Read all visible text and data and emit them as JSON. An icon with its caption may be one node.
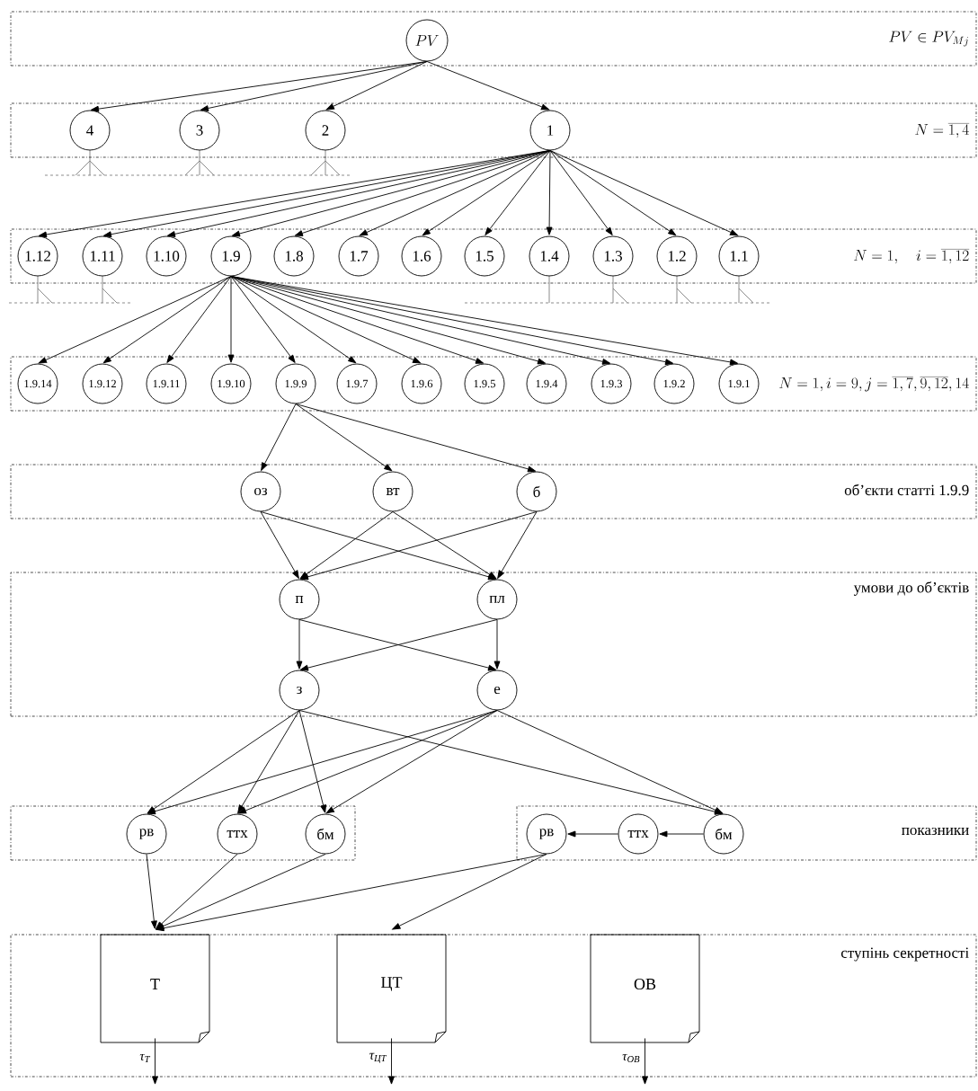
{
  "diagram": {
    "nodes": [
      {
        "text": [
          "PV \\in PV_{Mj}"
        ]
      },
      {
        "text": [
          "PV"
        ],
        "in": 0
      },
      {
        "text": [
          "N=\\overline{1,4}"
        ]
      },
      {
        "text": [
          "4"
        ],
        "in": 2
      },
      {
        "text": [
          "3"
        ],
        "in": 2
      },
      {
        "text": [
          "2"
        ],
        "in": 2
      },
      {
        "text": [
          "1"
        ],
        "in": 2
      },
      {
        "text": [
          "N=1,\\quad i=\\overline{1,12}"
        ]
      },
      {
        "text": [
          "1.12"
        ],
        "in": 7
      },
      {
        "text": [
          "1.11"
        ],
        "in": 7
      },
      {
        "text": [
          "1.10"
        ],
        "in": 7
      },
      {
        "text": [
          "1.9"
        ],
        "in": 7
      },
      {
        "text": [
          "1.8"
        ],
        "in": 7
      },
      {
        "text": [
          "1.7"
        ],
        "in": 7
      },
      {
        "text": [
          "1.6"
        ],
        "in": 7
      },
      {
        "text": [
          "1.5"
        ],
        "in": 7
      },
      {
        "text": [
          "1.4"
        ],
        "in": 7
      },
      {
        "text": [
          "1.3"
        ],
        "in": 7
      },
      {
        "text": [
          "1.2"
        ],
        "in": 7
      },
      {
        "text": [
          "1.1"
        ],
        "in": 7
      },
      {
        "text": [
          "N=1, i=9, j=\\overline{1,7},\\overline{9,12},14"
        ]
      },
      {
        "text": [
          "1.9.14"
        ],
        "in": 20
      },
      {
        "text": [
          "1.9.12"
        ],
        "in": 20
      },
      {
        "text": [
          "1.9.11"
        ],
        "in": 20
      },
      {
        "text": [
          "1.9.10"
        ],
        "in": 20
      },
      {
        "text": [
          "1.9.9"
        ],
        "in": 20
      },
      {
        "text": [
          "1.9.7"
        ],
        "in": 20
      },
      {
        "text": [
          "1.9.6"
        ],
        "in": 20
      },
      {
        "text": [
          "1.9.5"
        ],
        "in": 20
      },
      {
        "text": [
          "1.9.4"
        ],
        "in": 20
      },
      {
        "text": [
          "1.9.3"
        ],
        "in": 20
      },
      {
        "text": [
          "1.9.2"
        ],
        "in": 20
      },
      {
        "text": [
          "1.9.1"
        ],
        "in": 20
      },
      {
        "text": [
          "об’єкти статті 1.9.9"
        ]
      },
      {
        "text": [
          "оз"
        ],
        "in": 33
      },
      {
        "text": [
          "вт"
        ],
        "in": 33
      },
      {
        "text": [
          "б"
        ],
        "in": 33
      },
      {
        "text": [
          "умови до об’єктів"
        ]
      },
      {
        "text": [
          "п"
        ],
        "in": 37
      },
      {
        "text": [
          "пл"
        ],
        "in": 37
      },
      {
        "text": [
          "з"
        ],
        "in": 37
      },
      {
        "text": [
          "е"
        ],
        "in": 37
      },
      {
        "text": [],
        "shape": "box"
      },
      {
        "text": [
          "показники"
        ]
      },
      {
        "text": [
          "рв"
        ],
        "in": 42
      },
      {
        "text": [
          "ттх"
        ],
        "in": 42
      },
      {
        "text": [
          "бм"
        ],
        "in": 42
      },
      {
        "text": [
          "рв"
        ],
        "in": 43
      },
      {
        "text": [
          "ттх"
        ],
        "in": 43
      },
      {
        "text": [
          "бм"
        ],
        "in": 43
      },
      {
        "text": [
          "ступінь секретності"
        ]
      },
      {
        "text": [
          "Т"
        ],
        "in": 50
      },
      {
        "text": [
          "ЦТ"
        ],
        "in": 50
      },
      {
        "text": [
          "ОВ"
        ],
        "in": 50
      }
    ],
    "edges": [
      {
        "from": 1,
        "to": 3,
        "arrow": "to"
      },
      {
        "from": 1,
        "to": 4,
        "arrow": "to"
      },
      {
        "from": 1,
        "to": 5,
        "arrow": "to"
      },
      {
        "from": 1,
        "to": 6,
        "arrow": "to"
      },
      {
        "from": 6,
        "to": 8,
        "arrow": "to"
      },
      {
        "from": 6,
        "to": 9,
        "arrow": "to"
      },
      {
        "from": 6,
        "to": 10,
        "arrow": "to"
      },
      {
        "from": 6,
        "to": 11,
        "arrow": "to"
      },
      {
        "from": 6,
        "to": 12,
        "arrow": "to"
      },
      {
        "from": 6,
        "to": 13,
        "arrow": "to"
      },
      {
        "from": 6,
        "to": 14,
        "arrow": "to"
      },
      {
        "from": 6,
        "to": 15,
        "arrow": "to"
      },
      {
        "from": 6,
        "to": 16,
        "arrow": "to"
      },
      {
        "from": 6,
        "to": 17,
        "arrow": "to"
      },
      {
        "from": 6,
        "to": 18,
        "arrow": "to"
      },
      {
        "from": 6,
        "to": 19,
        "arrow": "to"
      },
      {
        "from": 11,
        "to": 21,
        "arrow": "to"
      },
      {
        "from": 11,
        "to": 22,
        "arrow": "to"
      },
      {
        "from": 11,
        "to": 23,
        "arrow": "to"
      },
      {
        "from": 11,
        "to": 24,
        "arrow": "to"
      },
      {
        "from": 11,
        "to": 25,
        "arrow": "to"
      },
      {
        "from": 11,
        "to": 26,
        "arrow": "to"
      },
      {
        "from": 11,
        "to": 27,
        "arrow": "to"
      },
      {
        "from": 11,
        "to": 28,
        "arrow": "to"
      },
      {
        "from": 11,
        "to": 29,
        "arrow": "to"
      },
      {
        "from": 11,
        "to": 30,
        "arrow": "to"
      },
      {
        "from": 11,
        "to": 31,
        "arrow": "to"
      },
      {
        "from": 11,
        "to": 32,
        "arrow": "to"
      },
      {
        "from": 25,
        "to": 34,
        "arrow": "to"
      },
      {
        "from": 25,
        "to": 35,
        "arrow": "to"
      },
      {
        "from": 25,
        "to": 36,
        "arrow": "to"
      },
      {
        "from": 34,
        "to": 38,
        "arrow": "to"
      },
      {
        "from": 34,
        "to": 39,
        "arrow": "to"
      },
      {
        "from": 35,
        "to": 38,
        "arrow": "to"
      },
      {
        "from": 35,
        "to": 39,
        "arrow": "to"
      },
      {
        "from": 36,
        "to": 38,
        "arrow": "to"
      },
      {
        "from": 36,
        "to": 39,
        "arrow": "to"
      },
      {
        "from": 38,
        "to": 40,
        "arrow": "to"
      },
      {
        "from": 38,
        "to": 41,
        "arrow": "to"
      },
      {
        "from": 39,
        "to": 40,
        "arrow": "to"
      },
      {
        "from": 39,
        "to": 41,
        "arrow": "to"
      },
      {
        "from": 40,
        "to": 44,
        "arrow": "to"
      },
      {
        "from": 40,
        "to": 45,
        "arrow": "to"
      },
      {
        "from": 40,
        "to": 46,
        "arrow": "to"
      },
      {
        "from": 40,
        "to": 49,
        "arrow": "to"
      },
      {
        "from": 41,
        "to": 44,
        "arrow": "to"
      },
      {
        "from": 41,
        "to": 45,
        "arrow": "to"
      },
      {
        "from": 41,
        "to": 46,
        "arrow": "to"
      },
      {
        "from": 41,
        "to": 49,
        "arrow": "to"
      },
      {
        "from": 49,
        "to": 48,
        "arrow": "to"
      },
      {
        "from": 48,
        "to": 47,
        "arrow": "to"
      },
      {
        "from": 44,
        "to": 51,
        "arrow": "to"
      },
      {
        "from": 45,
        "to": 51,
        "arrow": "to"
      },
      {
        "from": 46,
        "to": 51,
        "arrow": "to"
      },
      {
        "from": 47,
        "to": 51,
        "arrow": "to"
      },
      {
        "from": 47,
        "to": 52,
        "arrow": "to"
      },
      {
        "from": 51,
        "to": null,
        "arrow": "to",
        "label": "τ$_{Т}$"
      },
      {
        "from": 52,
        "to": null,
        "arrow": "to",
        "label": "τ$_{ЦТ}$"
      },
      {
        "from": 53,
        "to": null,
        "arrow": "to",
        "label": "τ$_{ОВ}$"
      }
    ]
  }
}
